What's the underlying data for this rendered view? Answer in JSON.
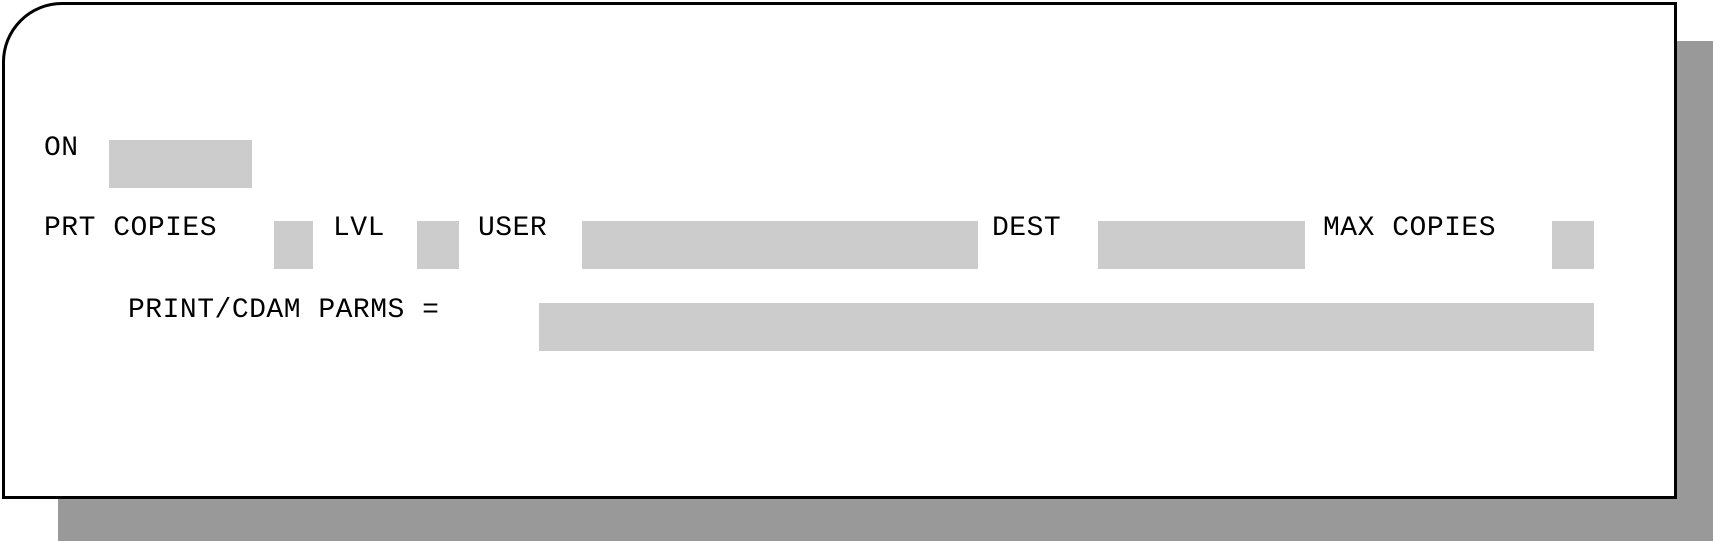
{
  "window": {
    "title": ""
  },
  "form": {
    "row1": {
      "on_label": "ON",
      "on_value": ""
    },
    "row2": {
      "prt_copies_label": "PRT COPIES",
      "prt_copies_value": "",
      "lvl_label": "LVL",
      "lvl_value": "",
      "user_label": "USER",
      "user_value": "",
      "dest_label": "DEST",
      "dest_value": "",
      "max_copies_label": "MAX COPIES",
      "max_copies_value": ""
    },
    "row3": {
      "print_cdam_parms_label": "PRINT/CDAM PARMS =",
      "print_cdam_parms_value": ""
    }
  },
  "colors": {
    "field_background": "#cccccc",
    "shadow": "#999999",
    "border": "#000000",
    "panel_background": "#ffffff"
  }
}
